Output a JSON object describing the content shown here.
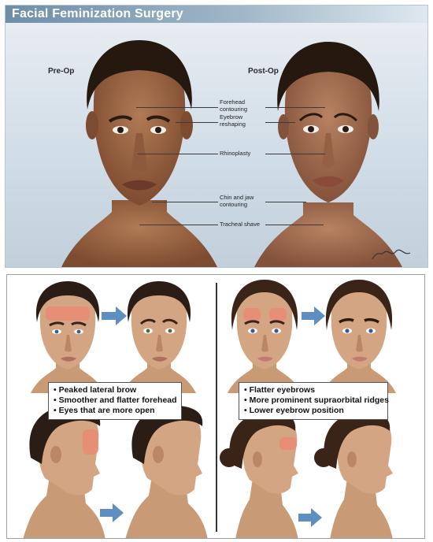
{
  "title": "Facial Feminization Surgery",
  "top": {
    "pre_label": "Pre-Op",
    "post_label": "Post-Op",
    "annotations": [
      {
        "key": "forehead",
        "text": "Forehead\ncontouring"
      },
      {
        "key": "eyebrow",
        "text": "Eyebrow\nreshaping"
      },
      {
        "key": "rhinoplasty",
        "text": "Rhinoplasty"
      },
      {
        "key": "chin",
        "text": "Chin and jaw\ncontouring"
      },
      {
        "key": "tracheal",
        "text": "Tracheal shave"
      }
    ],
    "signature": "Jilly Julie"
  },
  "bottom": {
    "left_list": [
      "• Peaked lateral brow",
      "• Smoother and flatter forehead",
      "• Eyes that are more open"
    ],
    "right_list": [
      "• Flatter eyebrows",
      "• More prominent supraorbital ridges",
      "• Lower eyebrow position"
    ]
  },
  "colors": {
    "skin": "#c99a76",
    "skin_dark": "#8b5a3c",
    "hair": "#2a1d16",
    "highlight": "#e98a74",
    "arrow": "#5f8fc1"
  }
}
